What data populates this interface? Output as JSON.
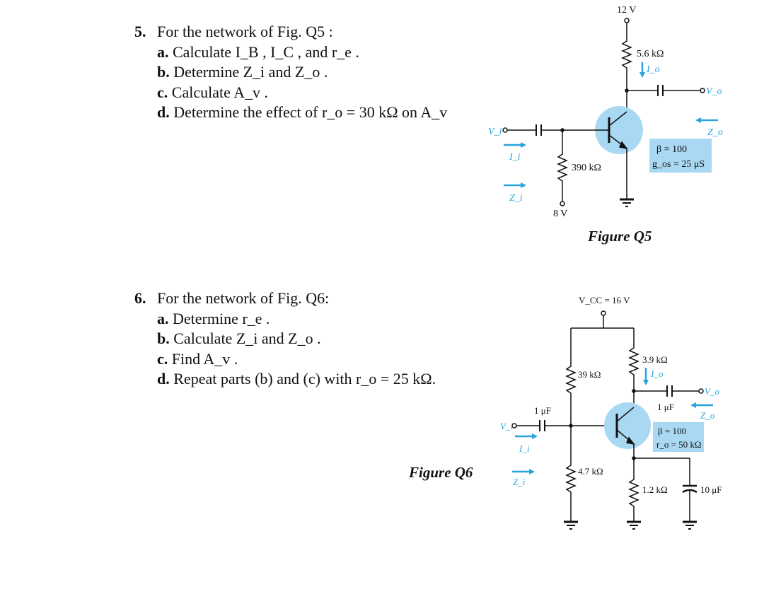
{
  "question5": {
    "number": "5.",
    "intro": "For the network of Fig. Q5 :",
    "parts": [
      {
        "label": "a.",
        "text": "Calculate I_B , I_C , and r_e ."
      },
      {
        "label": "b.",
        "text": "Determine Z_i and Z_o ."
      },
      {
        "label": "c.",
        "text": "Calculate A_v ."
      },
      {
        "label": "d.",
        "text": "Determine the effect of r_o = 30 kΩ on A_v"
      }
    ]
  },
  "figure5": {
    "caption": "Figure Q5",
    "supply": "12 V",
    "collector_resistor": "5.6 kΩ",
    "base_resistor": "390 kΩ",
    "bias_source": "8 V",
    "beta": "β = 100",
    "g_os": "g_os = 25 μS",
    "labels": {
      "vi": "V_i",
      "ii": "I_i",
      "zi": "Z_i",
      "io": "I_o",
      "vo": "V_o",
      "zo": "Z_o"
    }
  },
  "question6": {
    "number": "6.",
    "intro": "For the network of Fig. Q6:",
    "parts": [
      {
        "label": "a.",
        "text": "Determine r_e ."
      },
      {
        "label": "b.",
        "text": "Calculate Z_i and Z_o ."
      },
      {
        "label": "c.",
        "text": "Find A_v ."
      },
      {
        "label": "d.",
        "text": "Repeat parts (b) and (c) with r_o = 25 kΩ."
      }
    ]
  },
  "figure6": {
    "caption": "Figure Q6",
    "supply": "V_CC = 16 V",
    "r1": "39 kΩ",
    "r2": "4.7 kΩ",
    "rc": "3.9 kΩ",
    "re": "1.2 kΩ",
    "c_in": "1 μF",
    "c_out": "1 μF",
    "c_e": "10 μF",
    "beta": "β = 100",
    "ro": "r_o = 50 kΩ",
    "labels": {
      "vi": "V_i",
      "ii": "I_i",
      "zi": "Z_i",
      "io": "I_o",
      "vo": "V_o",
      "zo": "Z_o"
    }
  },
  "colors": {
    "accent": "#29a3dd",
    "transistor_fill": "#a9d8f3",
    "param_box": "#a9d8f3"
  }
}
